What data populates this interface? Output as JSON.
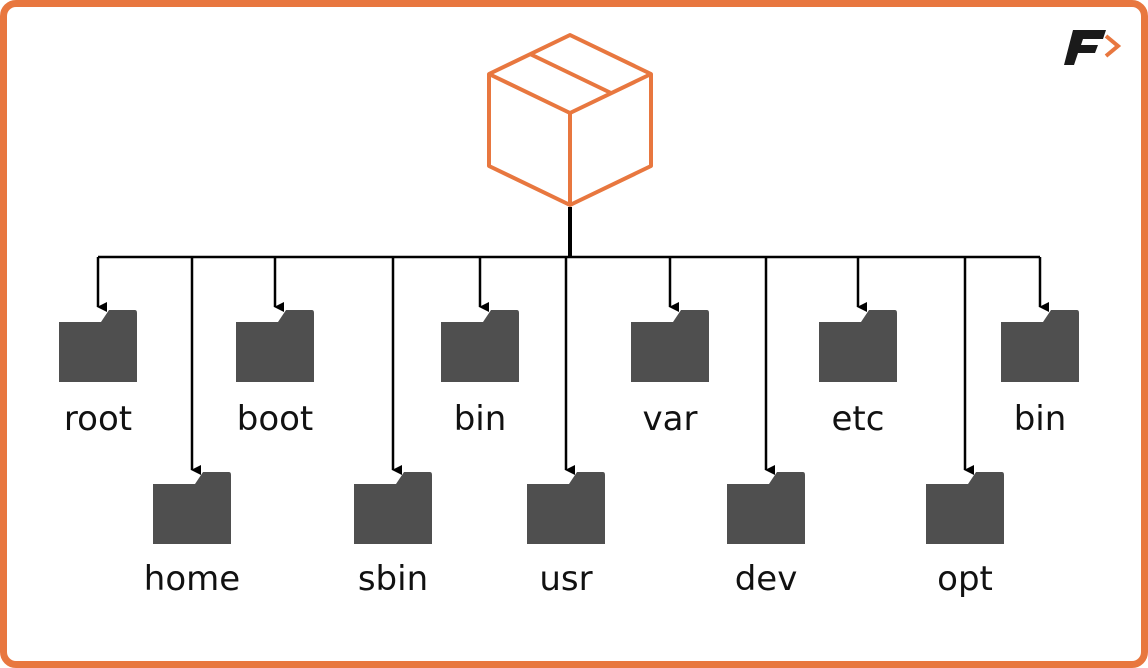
{
  "colors": {
    "accent": "#E8773F",
    "folder": "#4F4F4F",
    "line": "#000000",
    "logo_dark": "#1A1A1A"
  },
  "icons": {
    "root": "package-box-icon",
    "folder": "folder-icon",
    "logo": "brand-logo-icon"
  },
  "logo": {
    "text": "F"
  },
  "upper_row": [
    {
      "label": "root"
    },
    {
      "label": "boot"
    },
    {
      "label": "bin"
    },
    {
      "label": "var"
    },
    {
      "label": "etc"
    },
    {
      "label": "bin"
    }
  ],
  "lower_row": [
    {
      "label": "home"
    },
    {
      "label": "sbin"
    },
    {
      "label": "usr"
    },
    {
      "label": "dev"
    },
    {
      "label": "opt"
    }
  ]
}
